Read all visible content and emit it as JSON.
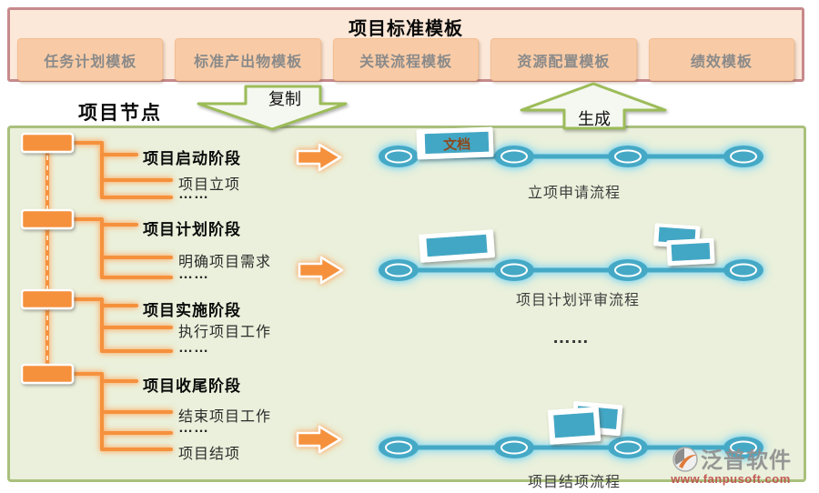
{
  "template_panel": {
    "title": "项目标准模板",
    "buttons": [
      "任务计划模板",
      "标准产出物模板",
      "关联流程模板",
      "资源配置模板",
      "绩效模板"
    ]
  },
  "connectors": {
    "copy": "复制",
    "generate": "生成"
  },
  "tree": {
    "title": "项目节点",
    "groups": [
      {
        "header": "项目启动阶段",
        "children": [
          "项目立项",
          "……"
        ]
      },
      {
        "header": "项目计划阶段",
        "children": [
          "明确项目需求",
          "……"
        ]
      },
      {
        "header": "项目实施阶段",
        "children": [
          "执行项目工作",
          "……"
        ]
      },
      {
        "header": "项目收尾阶段",
        "children": [
          "结束项目工作",
          "……",
          "项目结项"
        ]
      }
    ]
  },
  "flows": {
    "doc_tag": "文档",
    "rows": [
      "立项申请流程",
      "项目计划评审流程",
      "项目结项流程"
    ],
    "ellipsis": "……"
  },
  "watermark": {
    "brand": "泛普软件",
    "url": "www.fanpusoft.com"
  },
  "colors": {
    "accent_orange": "#F5913E",
    "accent_teal": "#45A9C6",
    "panel_green_bg": "#EAF0DB",
    "panel_green_border": "#A9C07C",
    "pink_border": "#C68A8C",
    "peach_bg": "#FCE8D8",
    "button_bg": "#F8CBA6",
    "arrow_green": "#9CBC59",
    "doc_text_brown": "#8C4A1E",
    "url_red": "#C0504D"
  }
}
